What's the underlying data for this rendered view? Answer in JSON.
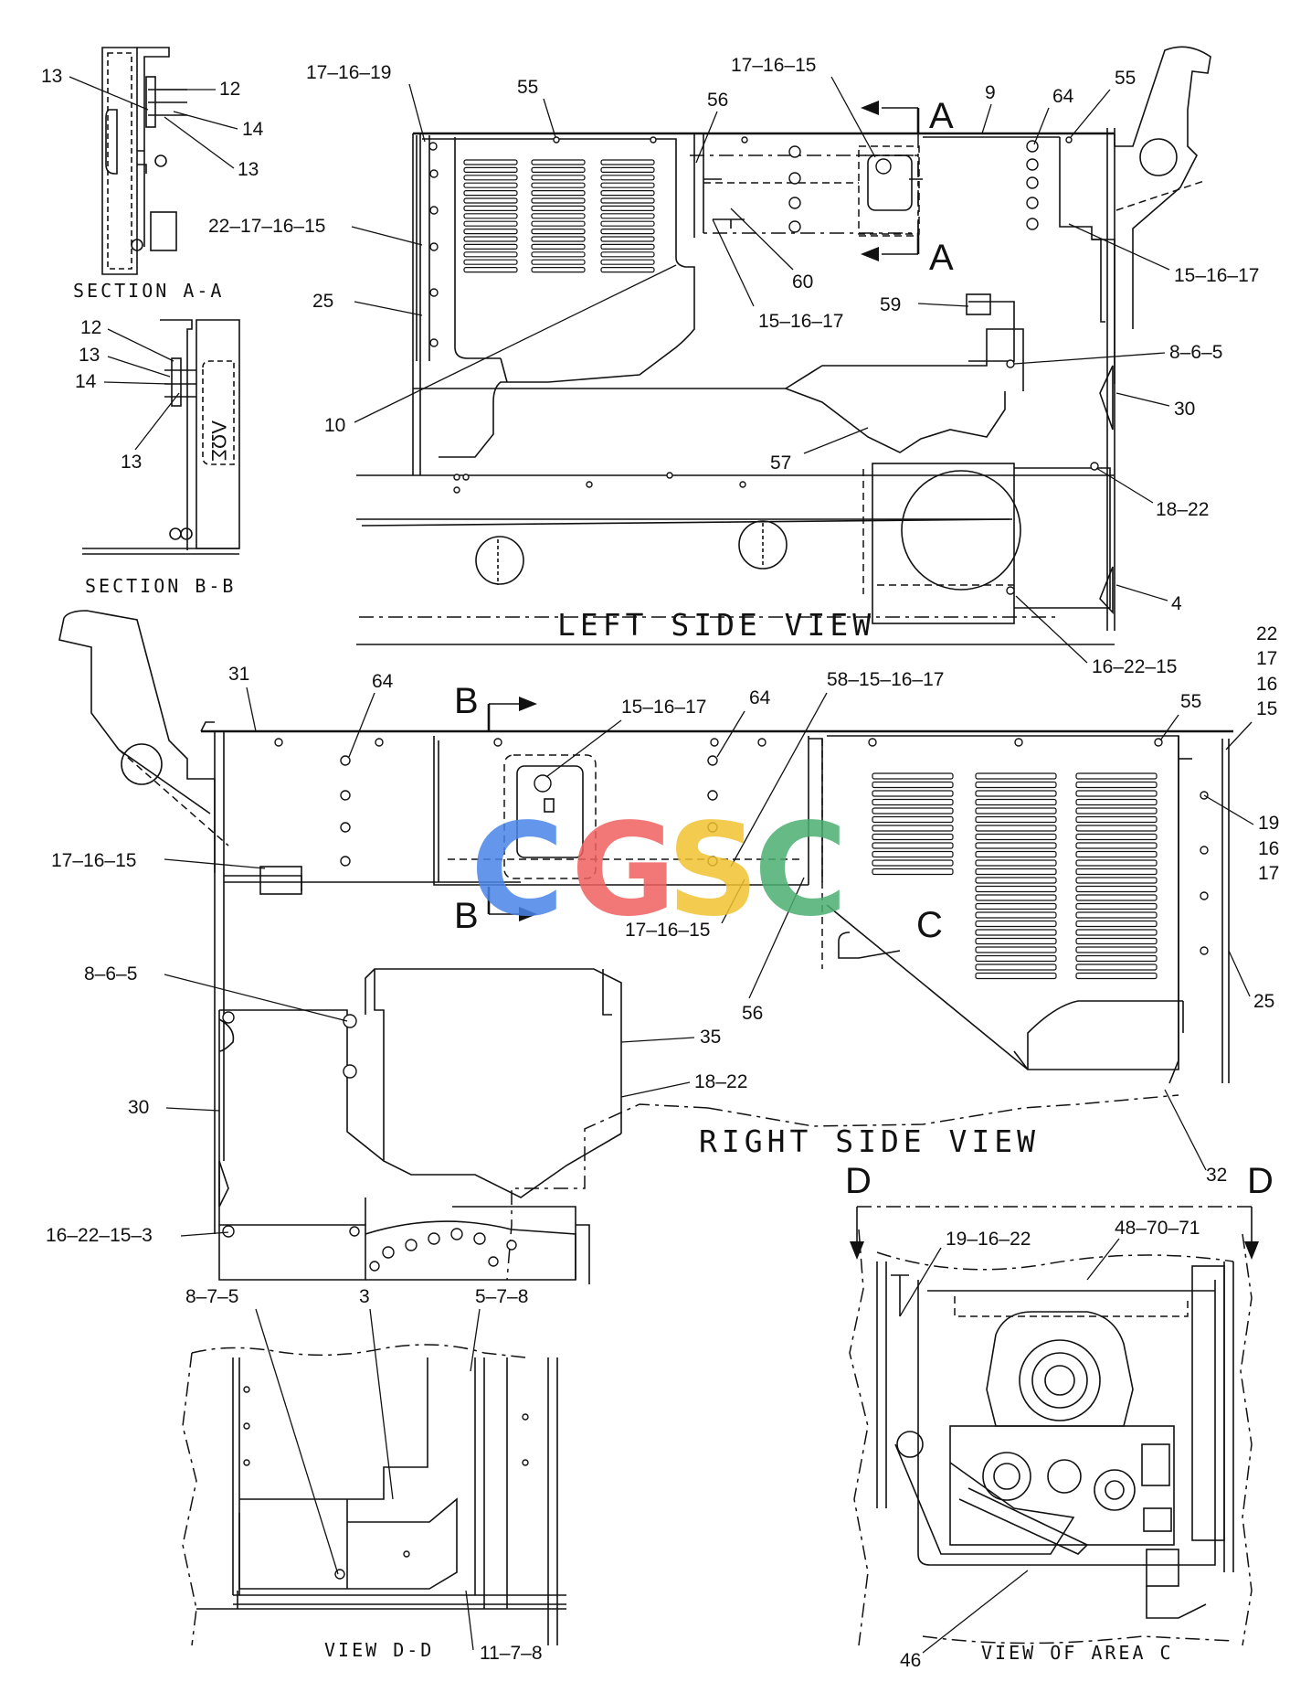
{
  "views": {
    "left_side": "LEFT SIDE VIEW",
    "right_side": "RIGHT SIDE VIEW",
    "section_aa": "SECTION A-A",
    "section_bb": "SECTION B-B",
    "view_dd": "VIEW D-D",
    "view_area_c": "VIEW OF AREA C"
  },
  "section_markers": {
    "a": "A",
    "b": "B",
    "c": "C",
    "d": "D"
  },
  "watermark": {
    "text": "CGSC",
    "colors": [
      "#4a86e8",
      "#f06060",
      "#f2c230",
      "#4caf72"
    ]
  },
  "callouts": {
    "section_aa": [
      "13",
      "12",
      "14",
      "13"
    ],
    "section_bb": [
      "12",
      "13",
      "14",
      "13"
    ],
    "left_side": [
      "17-16-19",
      "55",
      "56",
      "17-16-15",
      "9",
      "64",
      "55",
      "22-17-16-15",
      "25",
      "60",
      "15-16-17",
      "15-16-17",
      "59",
      "8-6-5",
      "10",
      "30",
      "57",
      "18-22",
      "4",
      "16-22-15"
    ],
    "right_side": [
      "31",
      "64",
      "15-16-17",
      "64",
      "58-15-16-17",
      "55",
      "22",
      "17",
      "16",
      "15",
      "17-16-15",
      "19",
      "16",
      "17",
      "17-16-15",
      "C",
      "56",
      "25",
      "8-6-5",
      "35",
      "30",
      "18-22",
      "32",
      "16-22-15-3"
    ],
    "view_dd": [
      "8-7-5",
      "3",
      "5-7-8",
      "11-7-8"
    ],
    "view_area_c": [
      "19-16-22",
      "48-70-71",
      "46"
    ]
  }
}
